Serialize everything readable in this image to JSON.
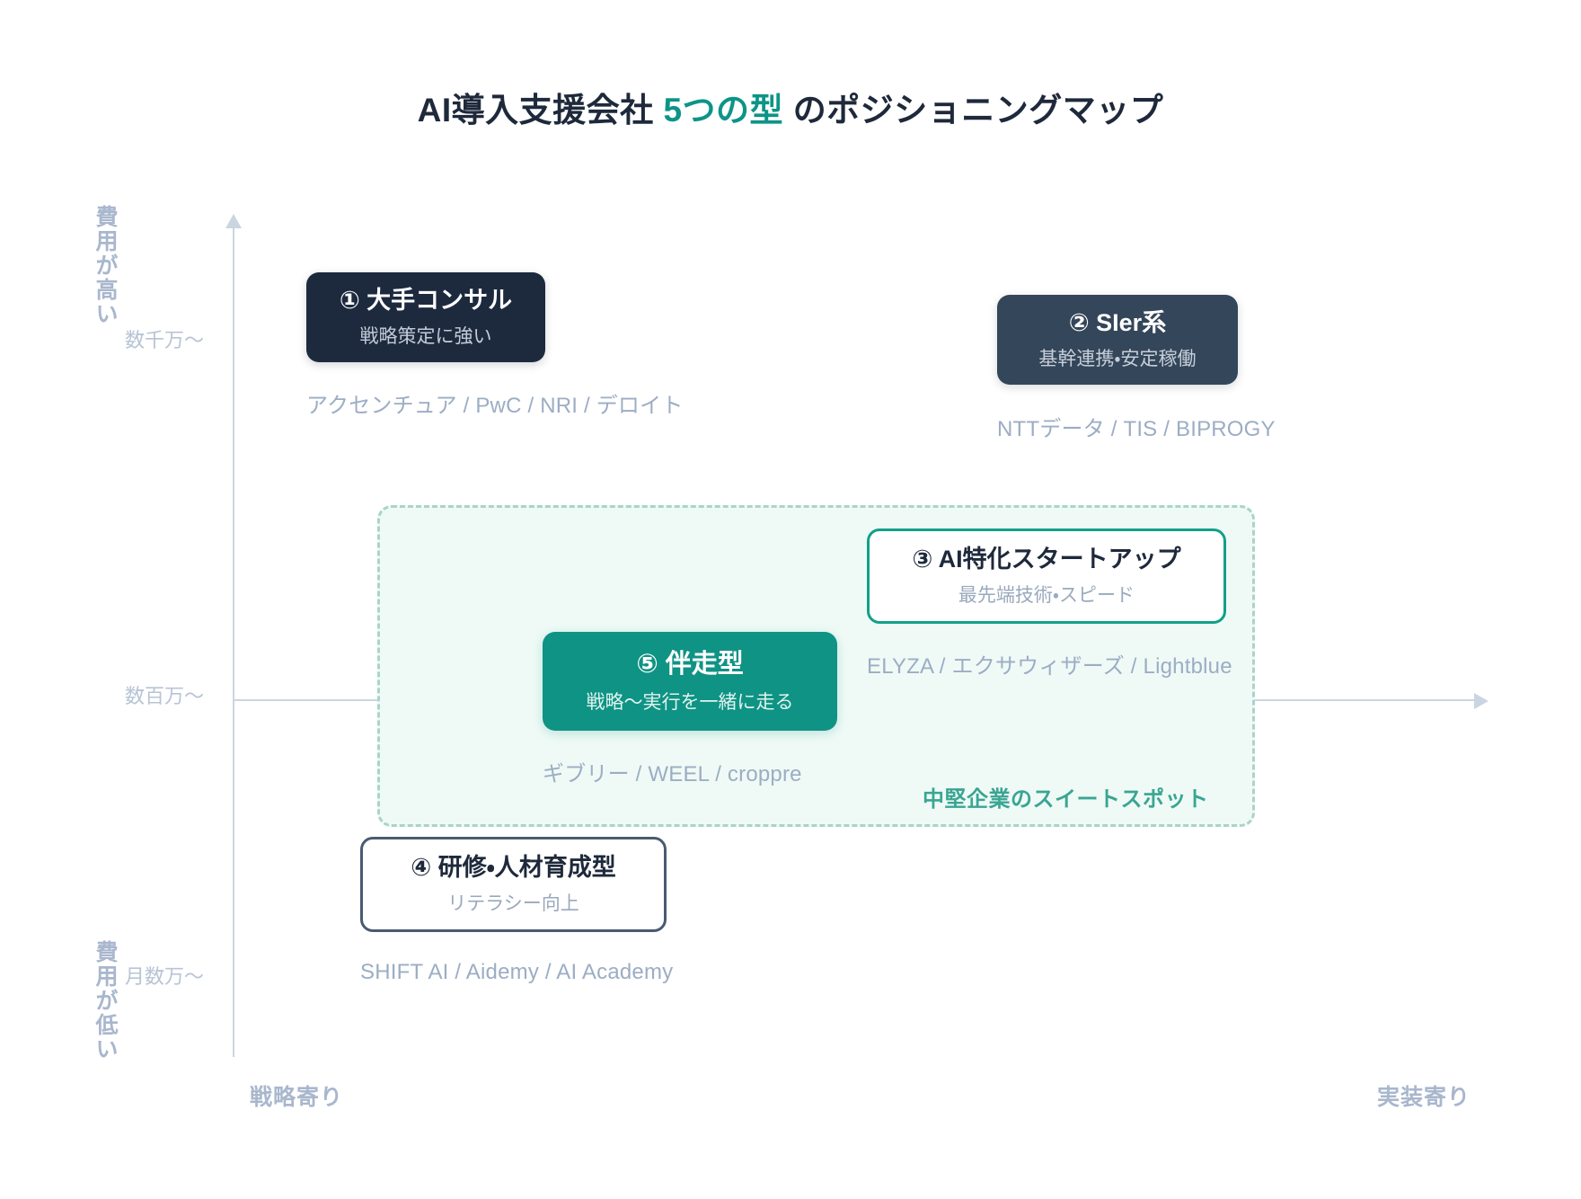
{
  "title": {
    "prefix": "AI導入支援会社 ",
    "accent": "5つの型",
    "suffix": " のポジショニングマップ"
  },
  "axes": {
    "y_high_label": "費用が高い",
    "y_low_label": "費用が低い",
    "y_ticks": [
      "数千万〜",
      "数百万〜",
      "月数万〜"
    ],
    "x_left_label": "戦略寄り",
    "x_right_label": "実装寄り"
  },
  "sweet_spot": {
    "label": "中堅企業のスイートスポット"
  },
  "cards": [
    {
      "id": "1",
      "title": "① 大手コンサル",
      "subtitle": "戦略策定に強い",
      "companies": "アクセンチュア / PwC / NRI / デロイト",
      "style": "dark-filled",
      "accent_color": "#1d2a3e"
    },
    {
      "id": "2",
      "title": "② SIer系",
      "subtitle": "基幹連携・安定稼働",
      "companies": "NTTデータ / TIS / BIPROGY",
      "style": "slate-filled",
      "accent_color": "#344659"
    },
    {
      "id": "3",
      "title": "③ AI特化スタートアップ",
      "subtitle": "最先端技術・スピード",
      "companies": "ELYZA / エクサウィザーズ / Lightblue",
      "style": "teal-outline",
      "accent_color": "#12a08a"
    },
    {
      "id": "4",
      "title": "④ 研修・人材育成型",
      "subtitle": "リテラシー向上",
      "companies": "SHIFT AI / Aidemy / AI Academy",
      "style": "slate-outline",
      "accent_color": "#4a5a72"
    },
    {
      "id": "5",
      "title": "⑤ 伴走型",
      "subtitle": "戦略〜実行を一緒に走る",
      "companies": "ギブリー / WEEL / croppre",
      "style": "teal-filled",
      "accent_color": "#0f9384"
    }
  ],
  "colors": {
    "accent_teal": "#0d9488",
    "ink": "#1e293b",
    "muted": "#9cadc4",
    "axis": "#cbd5e1",
    "zone_fill": "#effaf6",
    "zone_border": "#a8d5cb"
  },
  "chart_data": {
    "type": "scatter",
    "title": "AI導入支援会社 5つの型 のポジショニングマップ",
    "xlabel": "戦略寄り ←→ 実装寄り",
    "ylabel": "費用が低い ←→ 費用が高い",
    "xlim": [
      0,
      100
    ],
    "ylim": [
      0,
      100
    ],
    "grid": false,
    "legend": "none",
    "y_tick_labels": [
      "数千万〜",
      "数百万〜",
      "月数万〜"
    ],
    "y_tick_values": [
      82,
      50,
      17
    ],
    "x_tick_labels": [
      "戦略寄り",
      "実装寄り"
    ],
    "points": [
      {
        "label": "① 大手コンサル",
        "x": 9,
        "y": 84,
        "note": "戦略策定に強い",
        "companies": "アクセンチュア / PwC / NRI / デロイト"
      },
      {
        "label": "② SIer系",
        "x": 64,
        "y": 81,
        "note": "基幹連携・安定稼働",
        "companies": "NTTデータ / TIS / BIPROGY"
      },
      {
        "label": "③ AI特化スタートアップ",
        "x": 58,
        "y": 55,
        "note": "最先端技術・スピード",
        "companies": "ELYZA / エクサウィザーズ / Lightblue"
      },
      {
        "label": "④ 研修・人材育成型",
        "x": 15,
        "y": 21,
        "note": "リテラシー向上",
        "companies": "SHIFT AI / Aidemy / AI Academy"
      },
      {
        "label": "⑤ 伴走型",
        "x": 32,
        "y": 48,
        "note": "戦略〜実行を一緒に走る",
        "companies": "ギブリー / WEEL / croppre"
      }
    ],
    "annotations": [
      {
        "text": "中堅企業のスイートスポット",
        "x_range": [
          13,
          85
        ],
        "y_range": [
          27,
          66
        ],
        "style": "dashed-zone"
      }
    ]
  }
}
